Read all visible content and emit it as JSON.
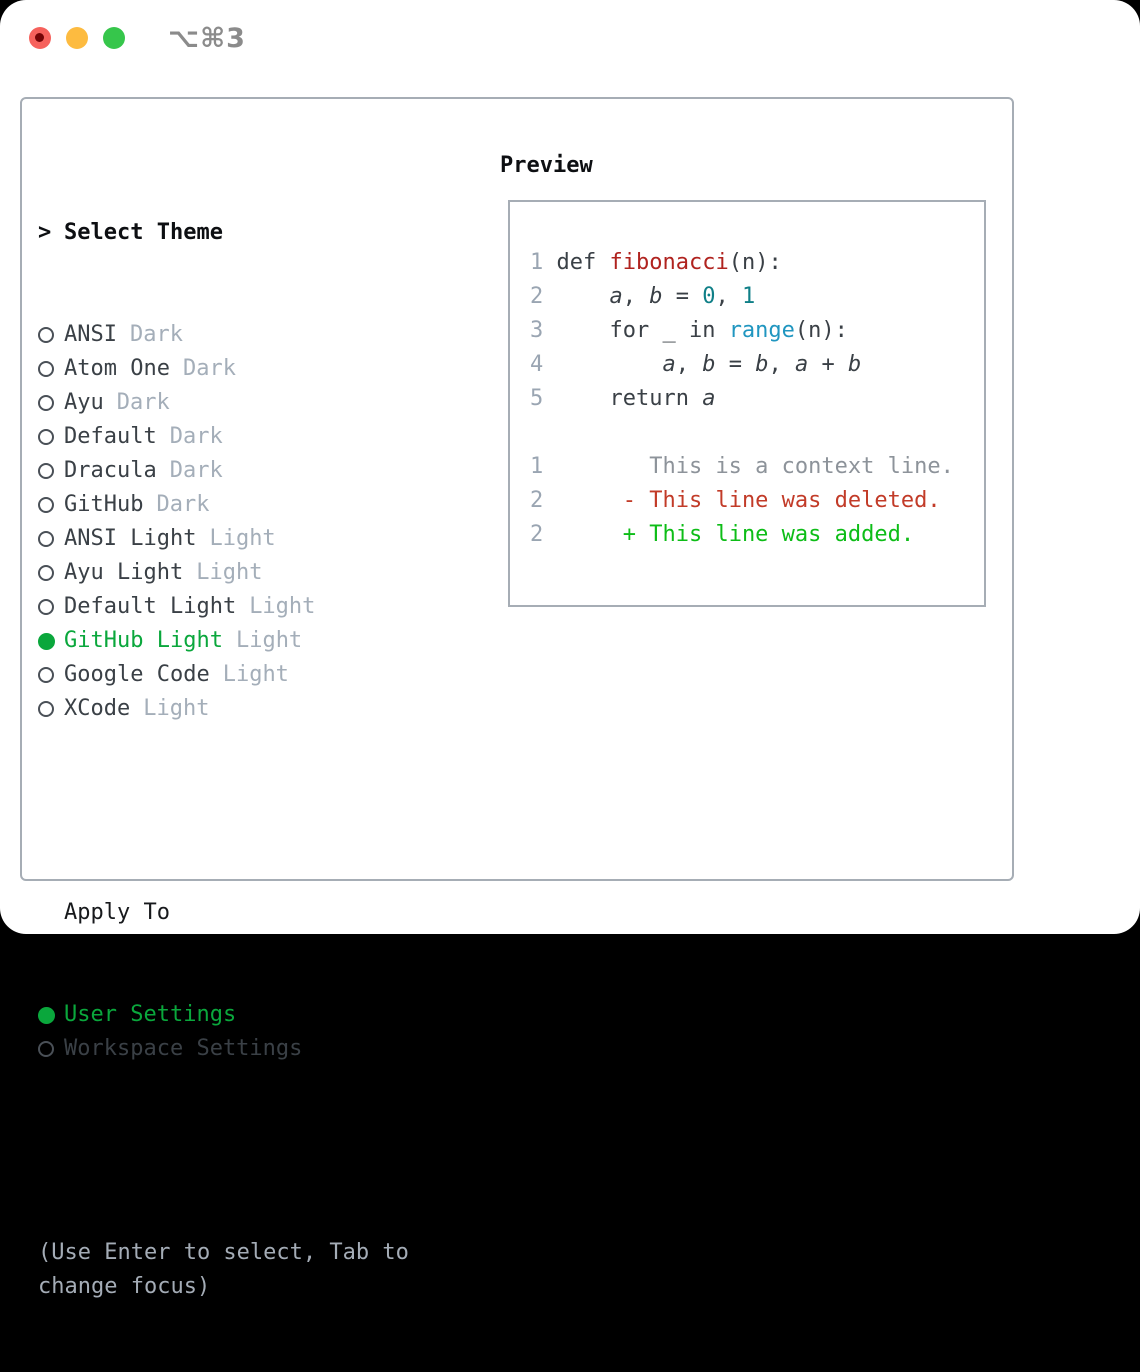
{
  "window": {
    "shortcut_label": "⌥⌘3"
  },
  "colors": {
    "accent_green": "#0aa73c",
    "added_green": "#0dbd17",
    "deleted_red": "#c23b28",
    "function_red": "#b0231f",
    "number_teal": "#0f7f87",
    "builtin_blue": "#2096c0",
    "muted_gray": "#a4aeb9",
    "text_dark": "#3a4046",
    "border_gray": "#a6adb5",
    "traffic_red": "#f6615c",
    "traffic_yellow": "#fdbb40",
    "traffic_green": "#36c64b"
  },
  "theme_menu": {
    "header": "Select Theme",
    "header_caret": ">",
    "items": [
      {
        "name": "ANSI",
        "variant": "Dark",
        "selected": false
      },
      {
        "name": "Atom One",
        "variant": "Dark",
        "selected": false
      },
      {
        "name": "Ayu",
        "variant": "Dark",
        "selected": false
      },
      {
        "name": "Default",
        "variant": "Dark",
        "selected": false
      },
      {
        "name": "Dracula",
        "variant": "Dark",
        "selected": false
      },
      {
        "name": "GitHub",
        "variant": "Dark",
        "selected": false
      },
      {
        "name": "ANSI Light",
        "variant": "Light",
        "selected": false
      },
      {
        "name": "Ayu Light",
        "variant": "Light",
        "selected": false
      },
      {
        "name": "Default Light",
        "variant": "Light",
        "selected": false
      },
      {
        "name": "GitHub Light",
        "variant": "Light",
        "selected": true
      },
      {
        "name": "Google Code",
        "variant": "Light",
        "selected": false
      },
      {
        "name": "XCode",
        "variant": "Light",
        "selected": false
      }
    ]
  },
  "apply_to": {
    "header": "Apply To",
    "options": [
      {
        "name": "User Settings",
        "selected": true
      },
      {
        "name": "Workspace Settings",
        "selected": false
      }
    ]
  },
  "footer_hint": "(Use Enter to select, Tab to change focus)",
  "preview": {
    "header": "Preview",
    "lines": [
      {
        "ln": "1",
        "tokens": [
          {
            "t": "def ",
            "s": "d"
          },
          {
            "t": "fibonacci",
            "s": "fn"
          },
          {
            "t": "(n):",
            "s": "d"
          }
        ]
      },
      {
        "ln": "2",
        "tokens": [
          {
            "t": "    ",
            "s": "d"
          },
          {
            "t": "a",
            "s": "v"
          },
          {
            "t": ", ",
            "s": "d"
          },
          {
            "t": "b",
            "s": "v"
          },
          {
            "t": " = ",
            "s": "d"
          },
          {
            "t": "0",
            "s": "n"
          },
          {
            "t": ", ",
            "s": "d"
          },
          {
            "t": "1",
            "s": "n"
          }
        ]
      },
      {
        "ln": "3",
        "tokens": [
          {
            "t": "    for _ in ",
            "s": "d"
          },
          {
            "t": "range",
            "s": "b"
          },
          {
            "t": "(n):",
            "s": "d"
          }
        ]
      },
      {
        "ln": "4",
        "tokens": [
          {
            "t": "        ",
            "s": "d"
          },
          {
            "t": "a",
            "s": "v"
          },
          {
            "t": ", ",
            "s": "d"
          },
          {
            "t": "b",
            "s": "v"
          },
          {
            "t": " = ",
            "s": "d"
          },
          {
            "t": "b",
            "s": "v"
          },
          {
            "t": ", ",
            "s": "d"
          },
          {
            "t": "a",
            "s": "v"
          },
          {
            "t": " + ",
            "s": "d"
          },
          {
            "t": "b",
            "s": "v"
          }
        ]
      },
      {
        "ln": "5",
        "tokens": [
          {
            "t": "    return ",
            "s": "d"
          },
          {
            "t": "a",
            "s": "v"
          }
        ]
      },
      {
        "ln": "",
        "tokens": []
      },
      {
        "ln": "1",
        "tokens": [
          {
            "t": "       This is a context line.",
            "s": "ctx"
          }
        ]
      },
      {
        "ln": "2",
        "tokens": [
          {
            "t": "     ",
            "s": "d"
          },
          {
            "t": "- This line was deleted.",
            "s": "del"
          }
        ]
      },
      {
        "ln": "2",
        "tokens": [
          {
            "t": "     ",
            "s": "d"
          },
          {
            "t": "+ This line was added.",
            "s": "add"
          }
        ]
      }
    ]
  }
}
